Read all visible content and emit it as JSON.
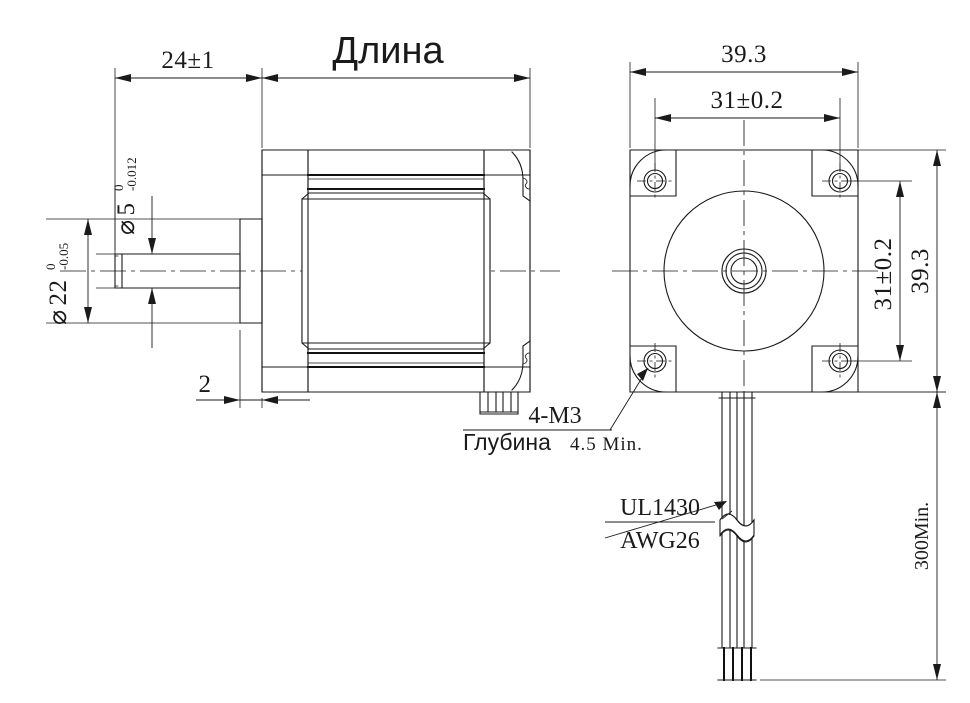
{
  "document": {
    "type": "engineering-dimensional-drawing",
    "subject": "NEMA 17 stepper motor outline drawing",
    "units": "mm",
    "line_color": "#1a1a1a",
    "background_color": "#ffffff"
  },
  "side_view": {
    "title": "Длина",
    "dimensions": {
      "front_boss_length": "24",
      "front_boss_tolerance": "±1",
      "front_boss_full": "24±1",
      "flange_thickness": "2",
      "shaft_diameter_symbol": "⌀",
      "shaft_diameter_value": "5",
      "shaft_tol_upper": "0",
      "shaft_tol_lower": "-0.012",
      "pilot_diameter_symbol": "⌀",
      "pilot_diameter_value": "22",
      "pilot_tol_upper": "0",
      "pilot_tol_lower": "-0.05"
    }
  },
  "front_view": {
    "dimensions": {
      "body_width": "39.3",
      "body_height": "39.3",
      "hole_pitch_horizontal_value": "31",
      "hole_pitch_horizontal_tol": "±0.2",
      "hole_pitch_horizontal_full": "31±0.2",
      "hole_pitch_vertical_value": "31",
      "hole_pitch_vertical_tol": "±0.2",
      "hole_pitch_vertical_full": "31±0.2"
    }
  },
  "notes": {
    "thread_callout": "4-M3",
    "depth_label_ru": "Глубина",
    "depth_value": "4.5",
    "depth_min": "Min.",
    "depth_full": "4.5 Min.",
    "wire_spec_top": "UL1430",
    "wire_spec_bottom": "AWG26",
    "lead_length": "300Min."
  },
  "leads": {
    "count": 4,
    "length_label": "300Min."
  }
}
